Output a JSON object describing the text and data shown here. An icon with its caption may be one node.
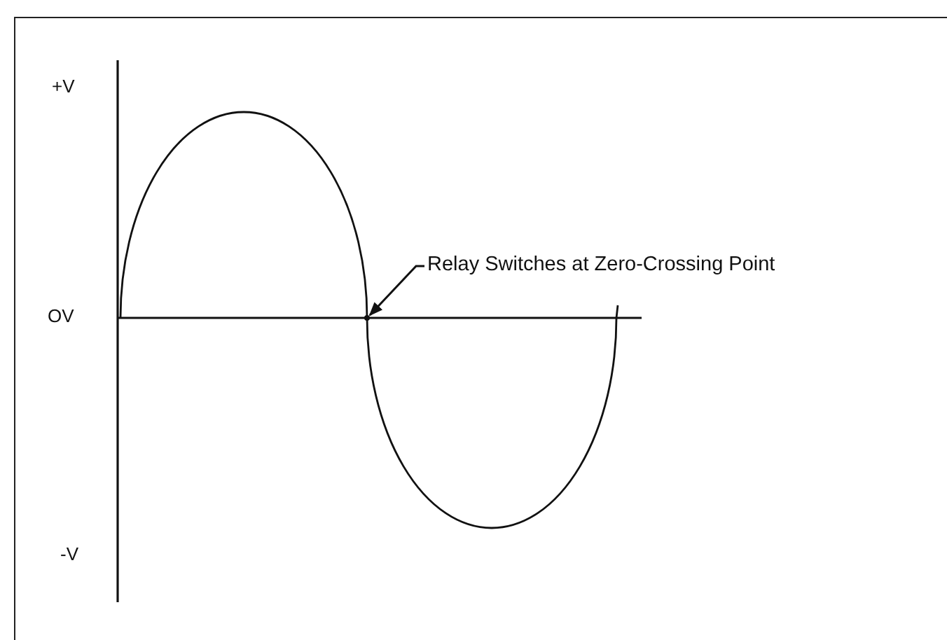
{
  "diagram": {
    "nodes": [
      {
        "text": [
          "Relay Switches at Zero-Crossing Point"
        ]
      },
      {
        "text": [],
        "shape": "point"
      }
    ],
    "edges": [
      {
        "from": 0,
        "to": 1,
        "arrow": "to"
      }
    ],
    "labels": [
      "+V",
      "OV",
      "-V"
    ]
  }
}
